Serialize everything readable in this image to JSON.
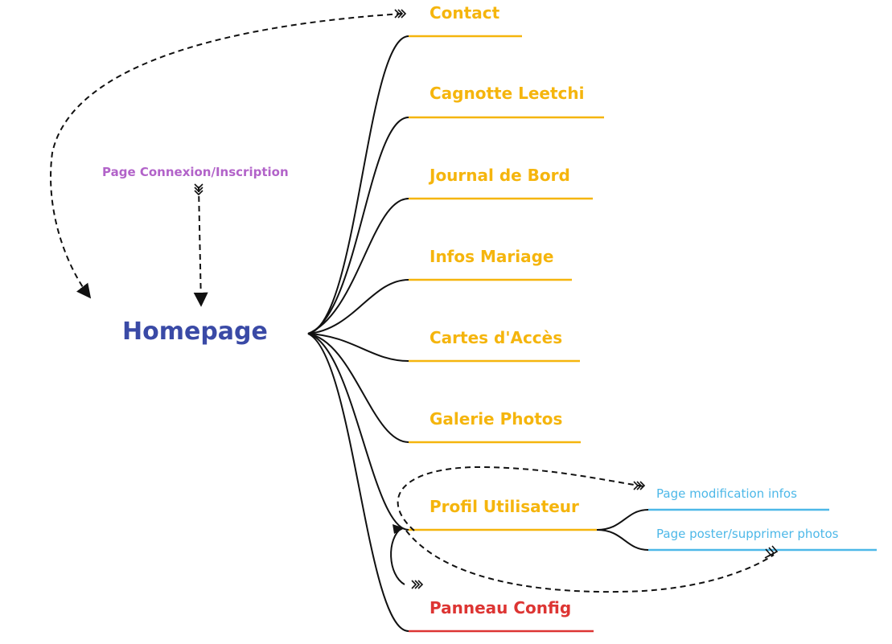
{
  "colors": {
    "root": "#3a4aa6",
    "branch": "#f5b50d",
    "config": "#dd3533",
    "sub": "#4db8e8",
    "note": "#b263c9",
    "line": "#111111"
  },
  "mindmap": {
    "root": "Homepage",
    "login_page": "Page Connexion/Inscription",
    "branches": [
      {
        "label": "Contact"
      },
      {
        "label": "Cagnotte Leetchi"
      },
      {
        "label": "Journal de Bord"
      },
      {
        "label": "Infos Mariage"
      },
      {
        "label": "Cartes d'Accès"
      },
      {
        "label": "Galerie Photos"
      },
      {
        "label": "Profil Utilisateur"
      },
      {
        "label": "Panneau Config"
      }
    ],
    "profile_subpages": [
      {
        "label": "Page modification infos"
      },
      {
        "label": "Page poster/supprimer photos"
      }
    ]
  }
}
